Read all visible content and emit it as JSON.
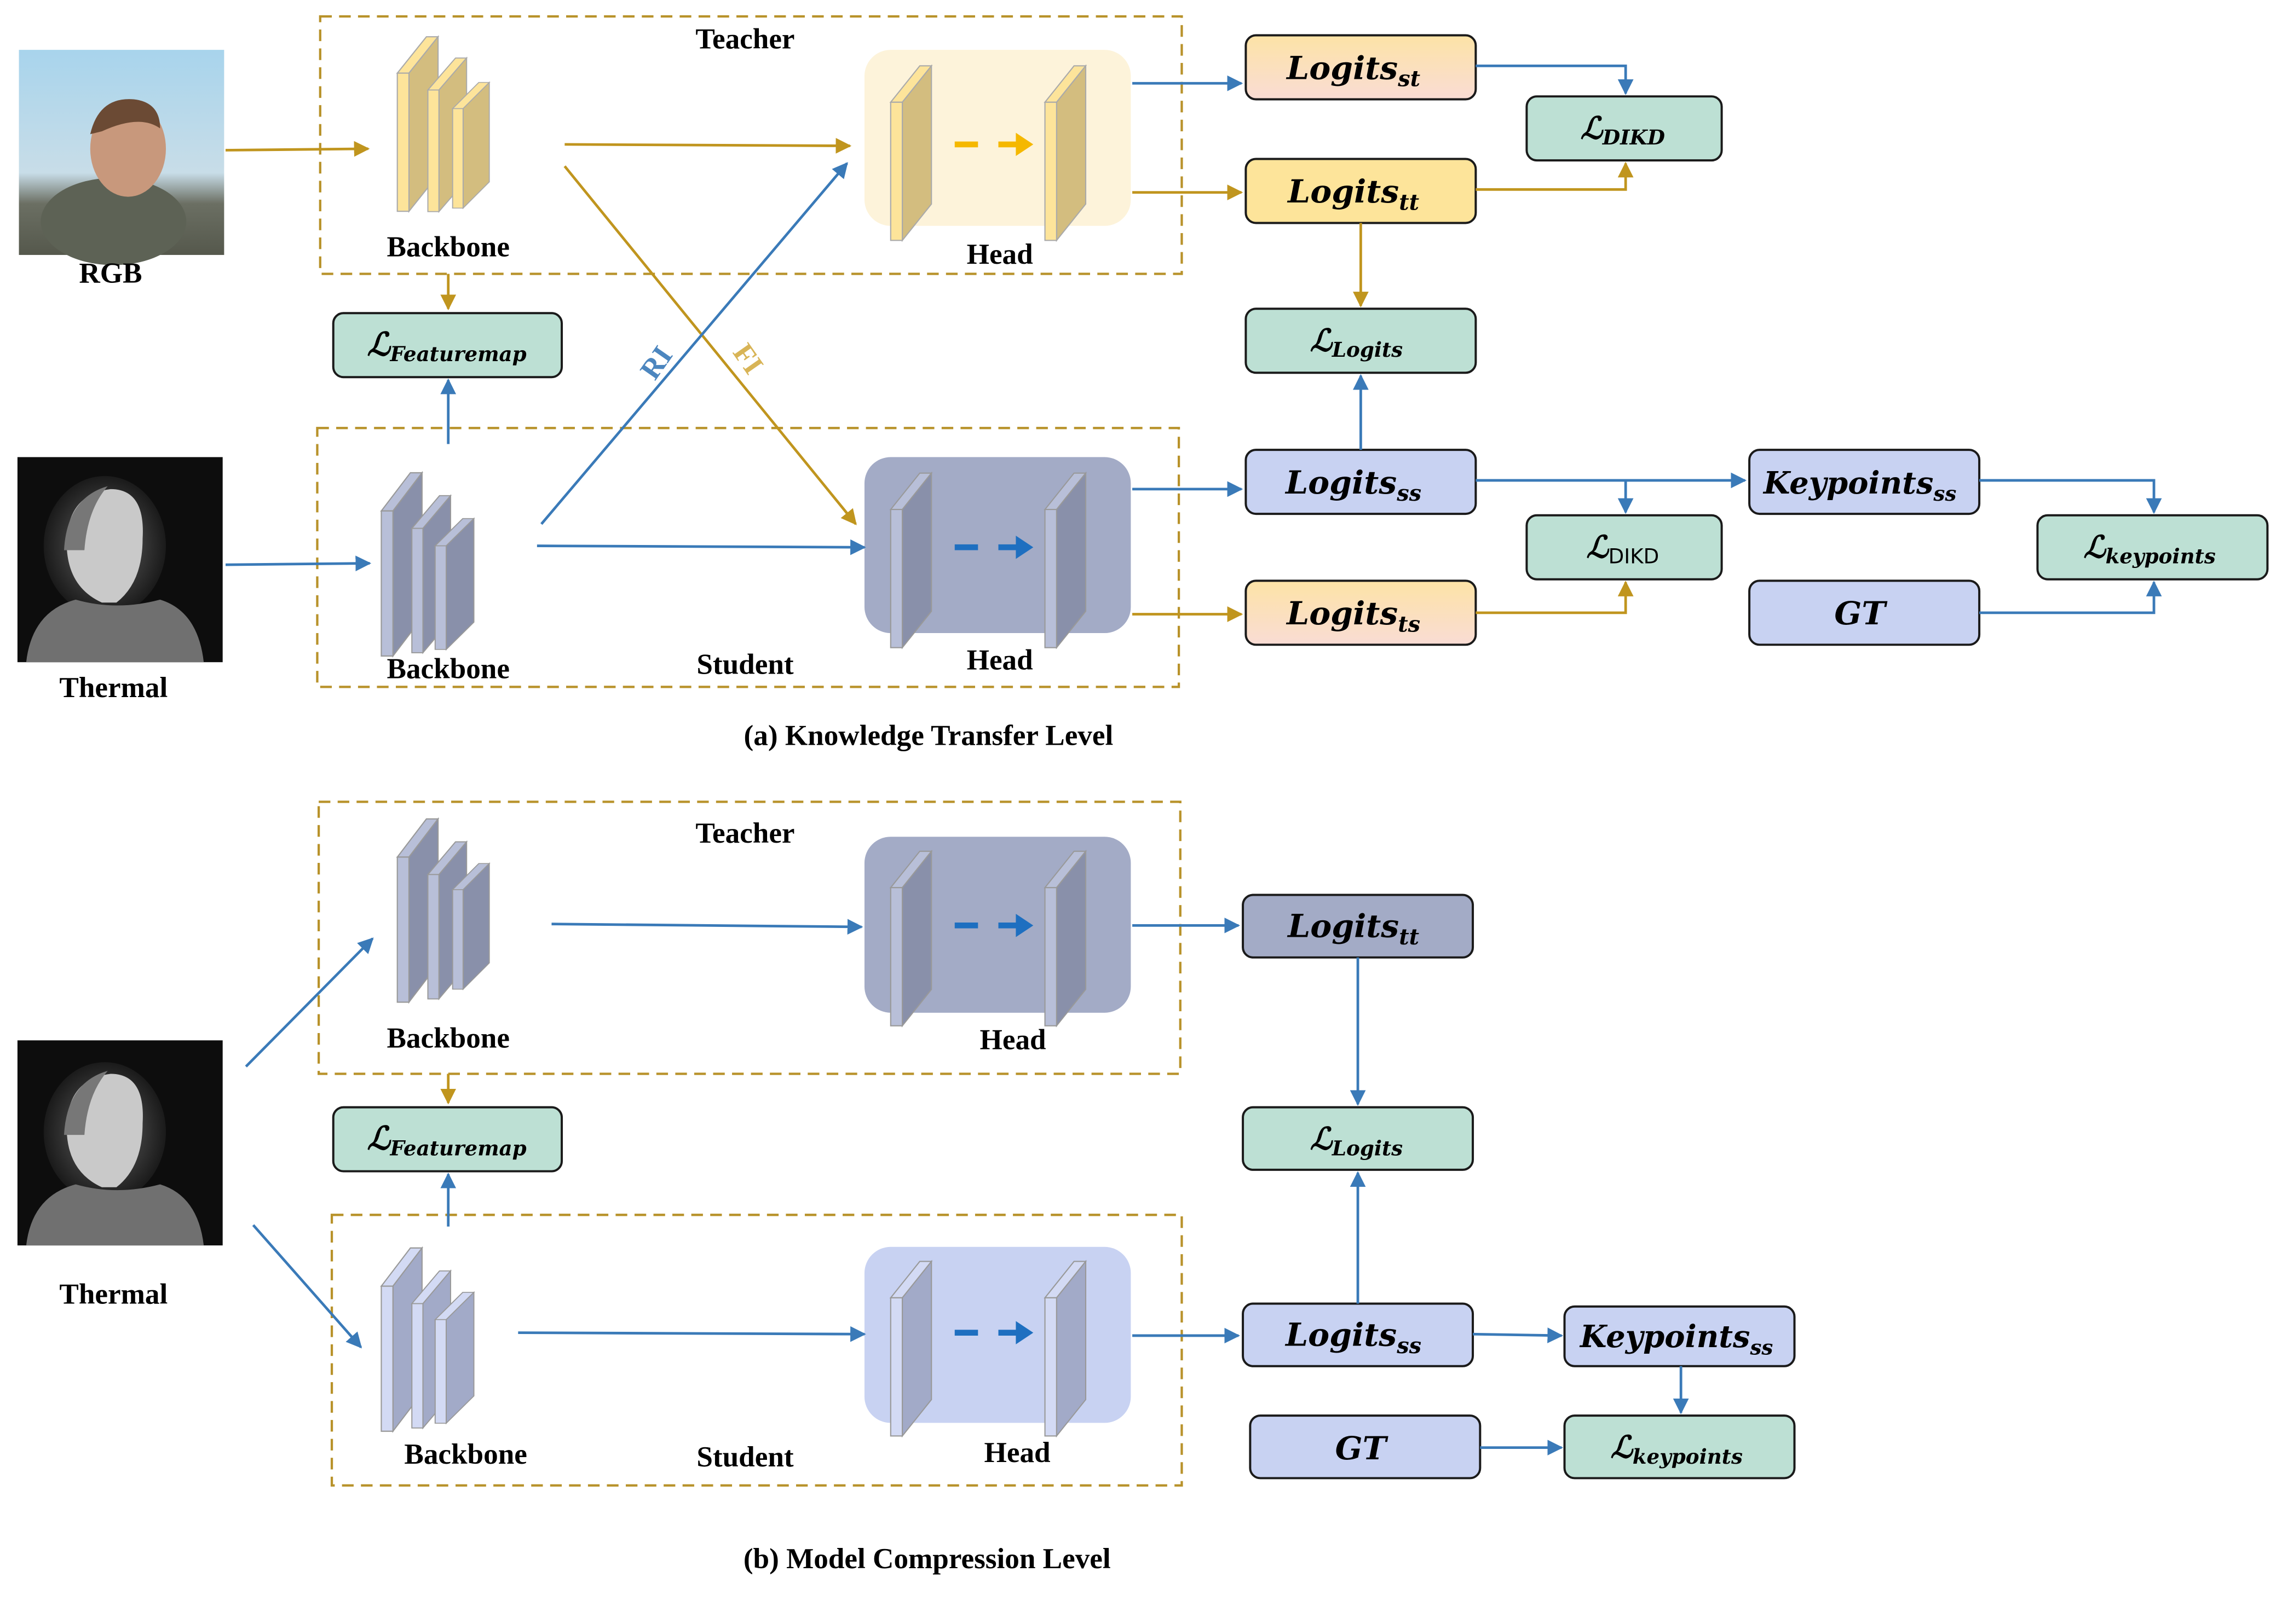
{
  "colors": {
    "gold_arrow": "#c0951e",
    "blue_arrow": "#3a7ab8",
    "loss_box": "#bde0d4",
    "student_box": "#c8d2f2",
    "teacher_box_yellow": "#fde49a",
    "mixed_box_gradient_top": "#fde3a6",
    "mixed_box_gradient_bottom": "#f9dcd4",
    "dark_teacher_box": "#a3abc6",
    "frame_dash": "#b8922a"
  },
  "panel_a": {
    "caption": "(a) Knowledge Transfer Level",
    "inputs": {
      "rgb": "RGB",
      "thermal": "Thermal"
    },
    "teacher": {
      "title": "Teacher",
      "backbone": "Backbone",
      "head": "Head"
    },
    "student": {
      "title": "Student",
      "backbone": "Backbone",
      "head": "Head"
    },
    "cross_labels": {
      "ri": "RI",
      "fi": "FI"
    },
    "loss_featuremap": {
      "sym": "ℒ",
      "sub": "Featuremap"
    },
    "logits_st": {
      "main": "Logits",
      "sub": "st"
    },
    "logits_tt": {
      "main": "Logits",
      "sub": "tt"
    },
    "loss_dikd_top": {
      "sym": "ℒ",
      "sub": "DIKD"
    },
    "loss_logits": {
      "sym": "ℒ",
      "sub": "Logits"
    },
    "logits_ss": {
      "main": "Logits",
      "sub": "ss"
    },
    "loss_dikd_bottom": {
      "sym": "ℒ",
      "sub": "DIKD"
    },
    "logits_ts": {
      "main": "Logits",
      "sub": "ts"
    },
    "keypoints_ss": {
      "main": "Keypoints",
      "sub": "ss"
    },
    "gt": "GT",
    "loss_keypoints": {
      "sym": "ℒ",
      "sub": "keypoints"
    }
  },
  "panel_b": {
    "caption": "(b) Model Compression Level",
    "inputs": {
      "thermal": "Thermal"
    },
    "teacher": {
      "title": "Teacher",
      "backbone": "Backbone",
      "head": "Head"
    },
    "student": {
      "title": "Student",
      "backbone": "Backbone",
      "head": "Head"
    },
    "loss_featuremap": {
      "sym": "ℒ",
      "sub": "Featuremap"
    },
    "logits_tt": {
      "main": "Logits",
      "sub": "tt"
    },
    "loss_logits": {
      "sym": "ℒ",
      "sub": "Logits"
    },
    "logits_ss": {
      "main": "Logits",
      "sub": "ss"
    },
    "keypoints_ss": {
      "main": "Keypoints",
      "sub": "ss"
    },
    "gt": "GT",
    "loss_keypoints": {
      "sym": "ℒ",
      "sub": "keypoints"
    }
  }
}
